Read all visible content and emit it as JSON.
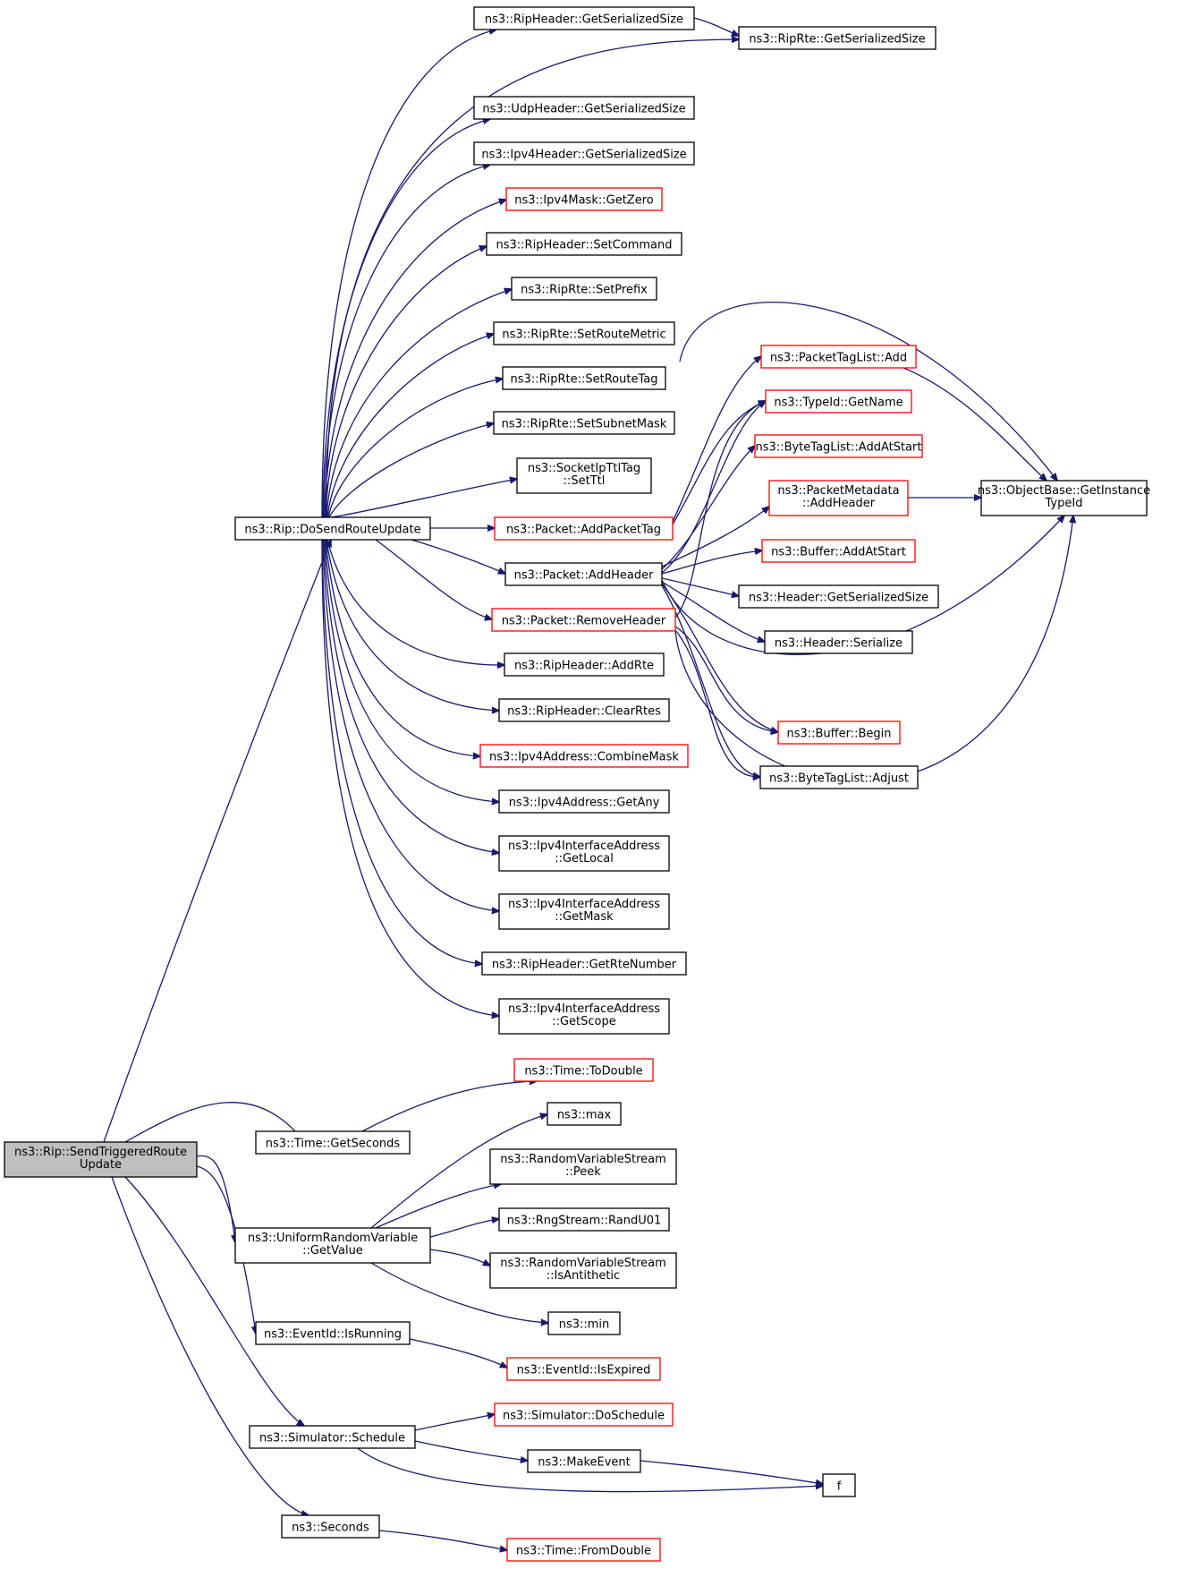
{
  "graph": {
    "nodes": [
      {
        "id": "n0",
        "lines": [
          "ns3::Rip::SendTriggeredRoute",
          "Update"
        ],
        "style": "root"
      },
      {
        "id": "n1",
        "lines": [
          "ns3::Rip::DoSendRouteUpdate"
        ],
        "style": "normal"
      },
      {
        "id": "n2",
        "lines": [
          "ns3::RipHeader::GetSerializedSize"
        ],
        "style": "normal"
      },
      {
        "id": "n3",
        "lines": [
          "ns3::RipRte::GetSerializedSize"
        ],
        "style": "normal"
      },
      {
        "id": "n4",
        "lines": [
          "ns3::UdpHeader::GetSerializedSize"
        ],
        "style": "normal"
      },
      {
        "id": "n5",
        "lines": [
          "ns3::Ipv4Header::GetSerializedSize"
        ],
        "style": "normal"
      },
      {
        "id": "n6",
        "lines": [
          "ns3::Ipv4Mask::GetZero"
        ],
        "style": "partial"
      },
      {
        "id": "n7",
        "lines": [
          "ns3::RipHeader::SetCommand"
        ],
        "style": "normal"
      },
      {
        "id": "n8",
        "lines": [
          "ns3::RipRte::SetPrefix"
        ],
        "style": "normal"
      },
      {
        "id": "n9",
        "lines": [
          "ns3::RipRte::SetRouteMetric"
        ],
        "style": "normal"
      },
      {
        "id": "n10",
        "lines": [
          "ns3::RipRte::SetRouteTag"
        ],
        "style": "normal"
      },
      {
        "id": "n11",
        "lines": [
          "ns3::RipRte::SetSubnetMask"
        ],
        "style": "normal"
      },
      {
        "id": "n12",
        "lines": [
          "ns3::SocketIpTtlTag",
          "::SetTtl"
        ],
        "style": "normal"
      },
      {
        "id": "n13",
        "lines": [
          "ns3::Packet::AddPacketTag"
        ],
        "style": "partial"
      },
      {
        "id": "n14",
        "lines": [
          "ns3::Packet::AddHeader"
        ],
        "style": "normal"
      },
      {
        "id": "n15",
        "lines": [
          "ns3::Packet::RemoveHeader"
        ],
        "style": "partial"
      },
      {
        "id": "n16",
        "lines": [
          "ns3::RipHeader::AddRte"
        ],
        "style": "normal"
      },
      {
        "id": "n17",
        "lines": [
          "ns3::RipHeader::ClearRtes"
        ],
        "style": "normal"
      },
      {
        "id": "n18",
        "lines": [
          "ns3::Ipv4Address::CombineMask"
        ],
        "style": "partial"
      },
      {
        "id": "n19",
        "lines": [
          "ns3::Ipv4Address::GetAny"
        ],
        "style": "normal"
      },
      {
        "id": "n20",
        "lines": [
          "ns3::Ipv4InterfaceAddress",
          "::GetLocal"
        ],
        "style": "normal"
      },
      {
        "id": "n21",
        "lines": [
          "ns3::Ipv4InterfaceAddress",
          "::GetMask"
        ],
        "style": "normal"
      },
      {
        "id": "n22",
        "lines": [
          "ns3::RipHeader::GetRteNumber"
        ],
        "style": "normal"
      },
      {
        "id": "n23",
        "lines": [
          "ns3::Ipv4InterfaceAddress",
          "::GetScope"
        ],
        "style": "normal"
      },
      {
        "id": "n24",
        "lines": [
          "ns3::PacketTagList::Add"
        ],
        "style": "partial"
      },
      {
        "id": "n25",
        "lines": [
          "ns3::TypeId::GetName"
        ],
        "style": "partial"
      },
      {
        "id": "n26",
        "lines": [
          "ns3::ByteTagList::AddAtStart"
        ],
        "style": "partial"
      },
      {
        "id": "n27",
        "lines": [
          "ns3::PacketMetadata",
          "::AddHeader"
        ],
        "style": "partial"
      },
      {
        "id": "n28",
        "lines": [
          "ns3::Buffer::AddAtStart"
        ],
        "style": "partial"
      },
      {
        "id": "n29",
        "lines": [
          "ns3::Header::GetSerializedSize"
        ],
        "style": "normal"
      },
      {
        "id": "n30",
        "lines": [
          "ns3::Header::Serialize"
        ],
        "style": "normal"
      },
      {
        "id": "n31",
        "lines": [
          "ns3::Buffer::Begin"
        ],
        "style": "partial"
      },
      {
        "id": "n32",
        "lines": [
          "ns3::ByteTagList::Adjust"
        ],
        "style": "normal"
      },
      {
        "id": "n33",
        "lines": [
          "ns3::ObjectBase::GetInstance",
          "TypeId"
        ],
        "style": "normal"
      },
      {
        "id": "n34",
        "lines": [
          "ns3::Time::GetSeconds"
        ],
        "style": "normal"
      },
      {
        "id": "n35",
        "lines": [
          "ns3::Time::ToDouble"
        ],
        "style": "partial"
      },
      {
        "id": "n36",
        "lines": [
          "ns3::UniformRandomVariable",
          "::GetValue"
        ],
        "style": "normal"
      },
      {
        "id": "n37",
        "lines": [
          "ns3::max"
        ],
        "style": "normal"
      },
      {
        "id": "n38",
        "lines": [
          "ns3::RandomVariableStream",
          "::Peek"
        ],
        "style": "normal"
      },
      {
        "id": "n39",
        "lines": [
          "ns3::RngStream::RandU01"
        ],
        "style": "normal"
      },
      {
        "id": "n40",
        "lines": [
          "ns3::RandomVariableStream",
          "::IsAntithetic"
        ],
        "style": "normal"
      },
      {
        "id": "n41",
        "lines": [
          "ns3::min"
        ],
        "style": "normal"
      },
      {
        "id": "n42",
        "lines": [
          "ns3::EventId::IsRunning"
        ],
        "style": "normal"
      },
      {
        "id": "n43",
        "lines": [
          "ns3::EventId::IsExpired"
        ],
        "style": "partial"
      },
      {
        "id": "n44",
        "lines": [
          "ns3::Simulator::Schedule"
        ],
        "style": "normal"
      },
      {
        "id": "n45",
        "lines": [
          "ns3::Simulator::DoSchedule"
        ],
        "style": "partial"
      },
      {
        "id": "n46",
        "lines": [
          "ns3::MakeEvent"
        ],
        "style": "normal"
      },
      {
        "id": "n47",
        "lines": [
          "f"
        ],
        "style": "normal"
      },
      {
        "id": "n48",
        "lines": [
          "ns3::Seconds"
        ],
        "style": "normal"
      },
      {
        "id": "n49",
        "lines": [
          "ns3::Time::FromDouble"
        ],
        "style": "partial"
      }
    ],
    "edges": [
      [
        "n0",
        "n1"
      ],
      [
        "n0",
        "n34"
      ],
      [
        "n0",
        "n36"
      ],
      [
        "n0",
        "n42"
      ],
      [
        "n0",
        "n44"
      ],
      [
        "n0",
        "n48"
      ],
      [
        "n1",
        "n2"
      ],
      [
        "n1",
        "n3"
      ],
      [
        "n1",
        "n4"
      ],
      [
        "n1",
        "n5"
      ],
      [
        "n1",
        "n6"
      ],
      [
        "n1",
        "n7"
      ],
      [
        "n1",
        "n8"
      ],
      [
        "n1",
        "n9"
      ],
      [
        "n1",
        "n10"
      ],
      [
        "n1",
        "n11"
      ],
      [
        "n1",
        "n12"
      ],
      [
        "n1",
        "n13"
      ],
      [
        "n1",
        "n14"
      ],
      [
        "n1",
        "n15"
      ],
      [
        "n1",
        "n16"
      ],
      [
        "n1",
        "n17"
      ],
      [
        "n1",
        "n18"
      ],
      [
        "n1",
        "n19"
      ],
      [
        "n1",
        "n20"
      ],
      [
        "n1",
        "n21"
      ],
      [
        "n1",
        "n22"
      ],
      [
        "n1",
        "n23"
      ],
      [
        "n2",
        "n3"
      ],
      [
        "n13",
        "n24"
      ],
      [
        "n13",
        "n25"
      ],
      [
        "n24",
        "n33"
      ],
      [
        "n14",
        "n25"
      ],
      [
        "n14",
        "n26"
      ],
      [
        "n14",
        "n27"
      ],
      [
        "n14",
        "n28"
      ],
      [
        "n14",
        "n29"
      ],
      [
        "n14",
        "n30"
      ],
      [
        "n14",
        "n31"
      ],
      [
        "n14",
        "n32"
      ],
      [
        "n14",
        "n33"
      ],
      [
        "n15",
        "n25"
      ],
      [
        "n15",
        "n31"
      ],
      [
        "n15",
        "n32"
      ],
      [
        "n15",
        "n33"
      ],
      [
        "n27",
        "n33"
      ],
      [
        "n34",
        "n35"
      ],
      [
        "n36",
        "n37"
      ],
      [
        "n36",
        "n38"
      ],
      [
        "n36",
        "n39"
      ],
      [
        "n36",
        "n40"
      ],
      [
        "n36",
        "n41"
      ],
      [
        "n42",
        "n43"
      ],
      [
        "n44",
        "n45"
      ],
      [
        "n44",
        "n46"
      ],
      [
        "n44",
        "n47"
      ],
      [
        "n46",
        "n47"
      ],
      [
        "n48",
        "n49"
      ]
    ]
  }
}
